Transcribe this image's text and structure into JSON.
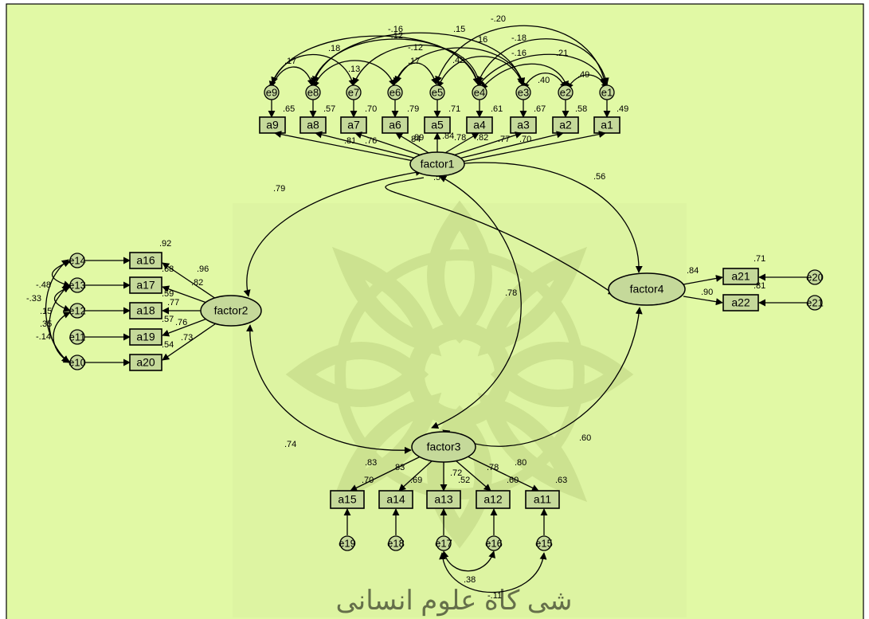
{
  "diagram": {
    "factors": {
      "factor1": "factor1",
      "factor2": "factor2",
      "factor3": "factor3",
      "factor4": "factor4"
    },
    "items": {
      "a1": "a1",
      "a2": "a2",
      "a3": "a3",
      "a4": "a4",
      "a5": "a5",
      "a6": "a6",
      "a7": "a7",
      "a8": "a8",
      "a9": "a9",
      "a11": "a11",
      "a12": "a12",
      "a13": "a13",
      "a14": "a14",
      "a15": "a15",
      "a16": "a16",
      "a17": "a17",
      "a18": "a18",
      "a19": "a19",
      "a20": "a20",
      "a21": "a21",
      "a22": "a22"
    },
    "errors": {
      "e1": "e1",
      "e2": "e2",
      "e3": "e3",
      "e4": "e4",
      "e5": "e5",
      "e6": "e6",
      "e7": "e7",
      "e8": "e8",
      "e9": "e9",
      "e10": "e10",
      "e11": "e11",
      "e12": "e12",
      "e13": "e13",
      "e14": "e14",
      "e15": "e15",
      "e16": "e16",
      "e17": "e17",
      "e18": "e18",
      "e19": "e19",
      "e20": "e20",
      "e21": "e21"
    },
    "coefficients": {
      "top_cov": [
        ".17",
        ".18",
        "-.16",
        "-.12",
        ".13",
        "-.12",
        ".15",
        ".17",
        "-.20",
        ".16",
        "-.18",
        ".42",
        "-.16",
        ".21",
        ".40",
        ".49"
      ],
      "r2_f1": [
        ".65",
        ".57",
        ".70",
        ".79",
        ".71",
        ".61",
        ".67",
        ".58",
        ".49"
      ],
      "load_f1": [
        ".81",
        ".76",
        ".84",
        ".89",
        ".84",
        ".78",
        ".82",
        ".77",
        ".70"
      ],
      "corr": {
        "f1_f2": ".79",
        "f1_f4": ".56",
        "f1_f3": ".78",
        "f1_extra": ".55",
        "f2_f3": ".74",
        "f3_f4": ".60"
      },
      "r2_f2": [
        ".92",
        ".68",
        ".59",
        ".57",
        ".54"
      ],
      "load_f2": [
        ".96",
        ".82",
        ".77",
        ".76",
        ".73"
      ],
      "left_cov": [
        "-.48",
        "-.33",
        ".15",
        ".35",
        "-.14"
      ],
      "load_f4": [
        ".84",
        ".90"
      ],
      "r2_f4": [
        ".71",
        ".81"
      ],
      "load_f3": [
        ".83",
        ".83",
        ".72",
        ".78",
        ".80"
      ],
      "r2_f3": [
        ".70",
        ".69",
        ".52",
        ".60",
        ".63"
      ],
      "bottom_cov": [
        ".38",
        "-.11"
      ]
    }
  }
}
